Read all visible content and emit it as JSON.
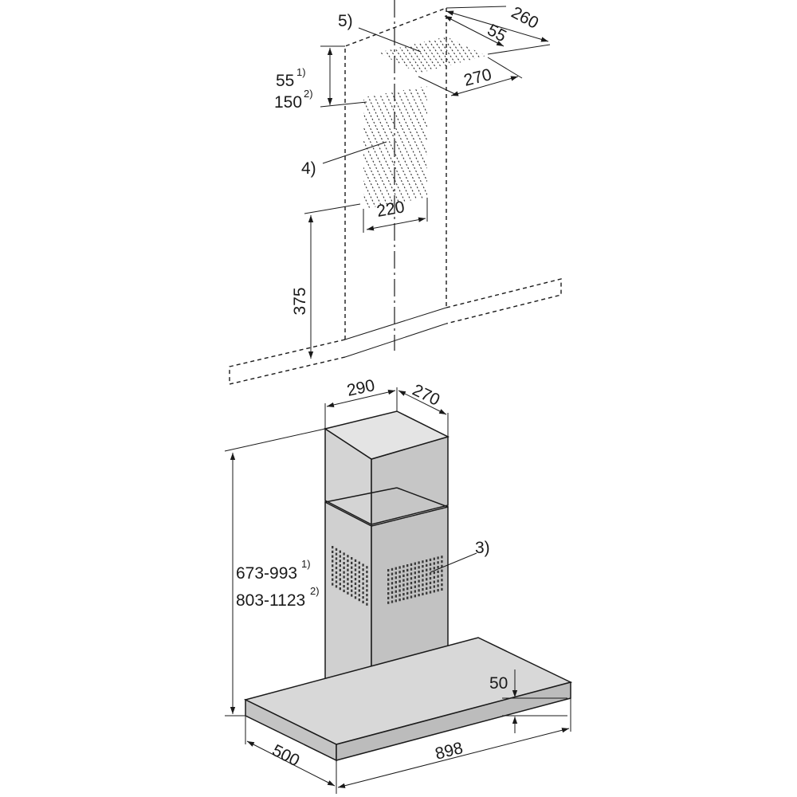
{
  "dimensions": {
    "top_depth": "260",
    "top_offset": "55",
    "top_width": "270",
    "min_height_a": "55",
    "min_height_a_note": "1)",
    "min_height_b": "150",
    "min_height_b_note": "2)",
    "duct_width": "220",
    "ceiling_gap": "375",
    "chimney_width": "290",
    "chimney_depth": "270",
    "height_range_a": "673-993",
    "height_range_a_note": "1)",
    "height_range_b": "803-1123",
    "height_range_b_note": "2)",
    "canopy_thickness": "50",
    "canopy_depth": "500",
    "canopy_width": "898"
  },
  "callouts": {
    "vent_grille": "3)",
    "duct_area": "4)",
    "ceiling_cutout": "5)"
  },
  "colors": {
    "line": "#1a1a1a",
    "chimney_front": "#d4d4d4",
    "chimney_side": "#c6c6c6",
    "chimney_top": "#e4e4e4",
    "canopy_top": "#d8d8d8",
    "canopy_edge": "#c4c4c4"
  }
}
